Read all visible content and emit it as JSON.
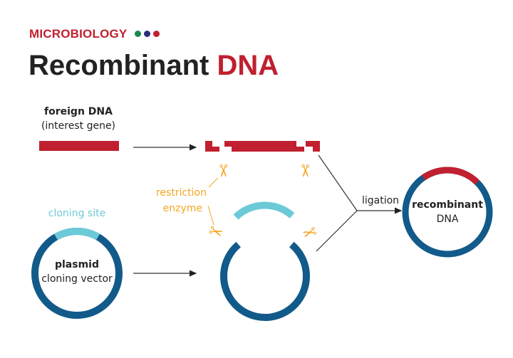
{
  "header": {
    "kicker": "MICROBIOLOGY",
    "title_main": "Recombinant",
    "title_accent": "DNA",
    "dot_colors": [
      "#1a8a4a",
      "#2b2e7a",
      "#c0202f"
    ]
  },
  "labels": {
    "foreign_dna": "foreign DNA",
    "interest_gene": "(interest gene)",
    "cloning_site": "cloning site",
    "plasmid": "plasmid",
    "cloning_vector": "cloning vector",
    "restriction": "restriction",
    "enzyme": "enzyme",
    "ligation": "ligation",
    "recombinant": "recombinant",
    "dna": "DNA"
  },
  "icons": {
    "scissors": "✂"
  },
  "colors": {
    "dna_red": "#c0202f",
    "plasmid_blue": "#125a8a",
    "site_cyan": "#6ccad8",
    "enzyme_orange": "#f5a623"
  }
}
